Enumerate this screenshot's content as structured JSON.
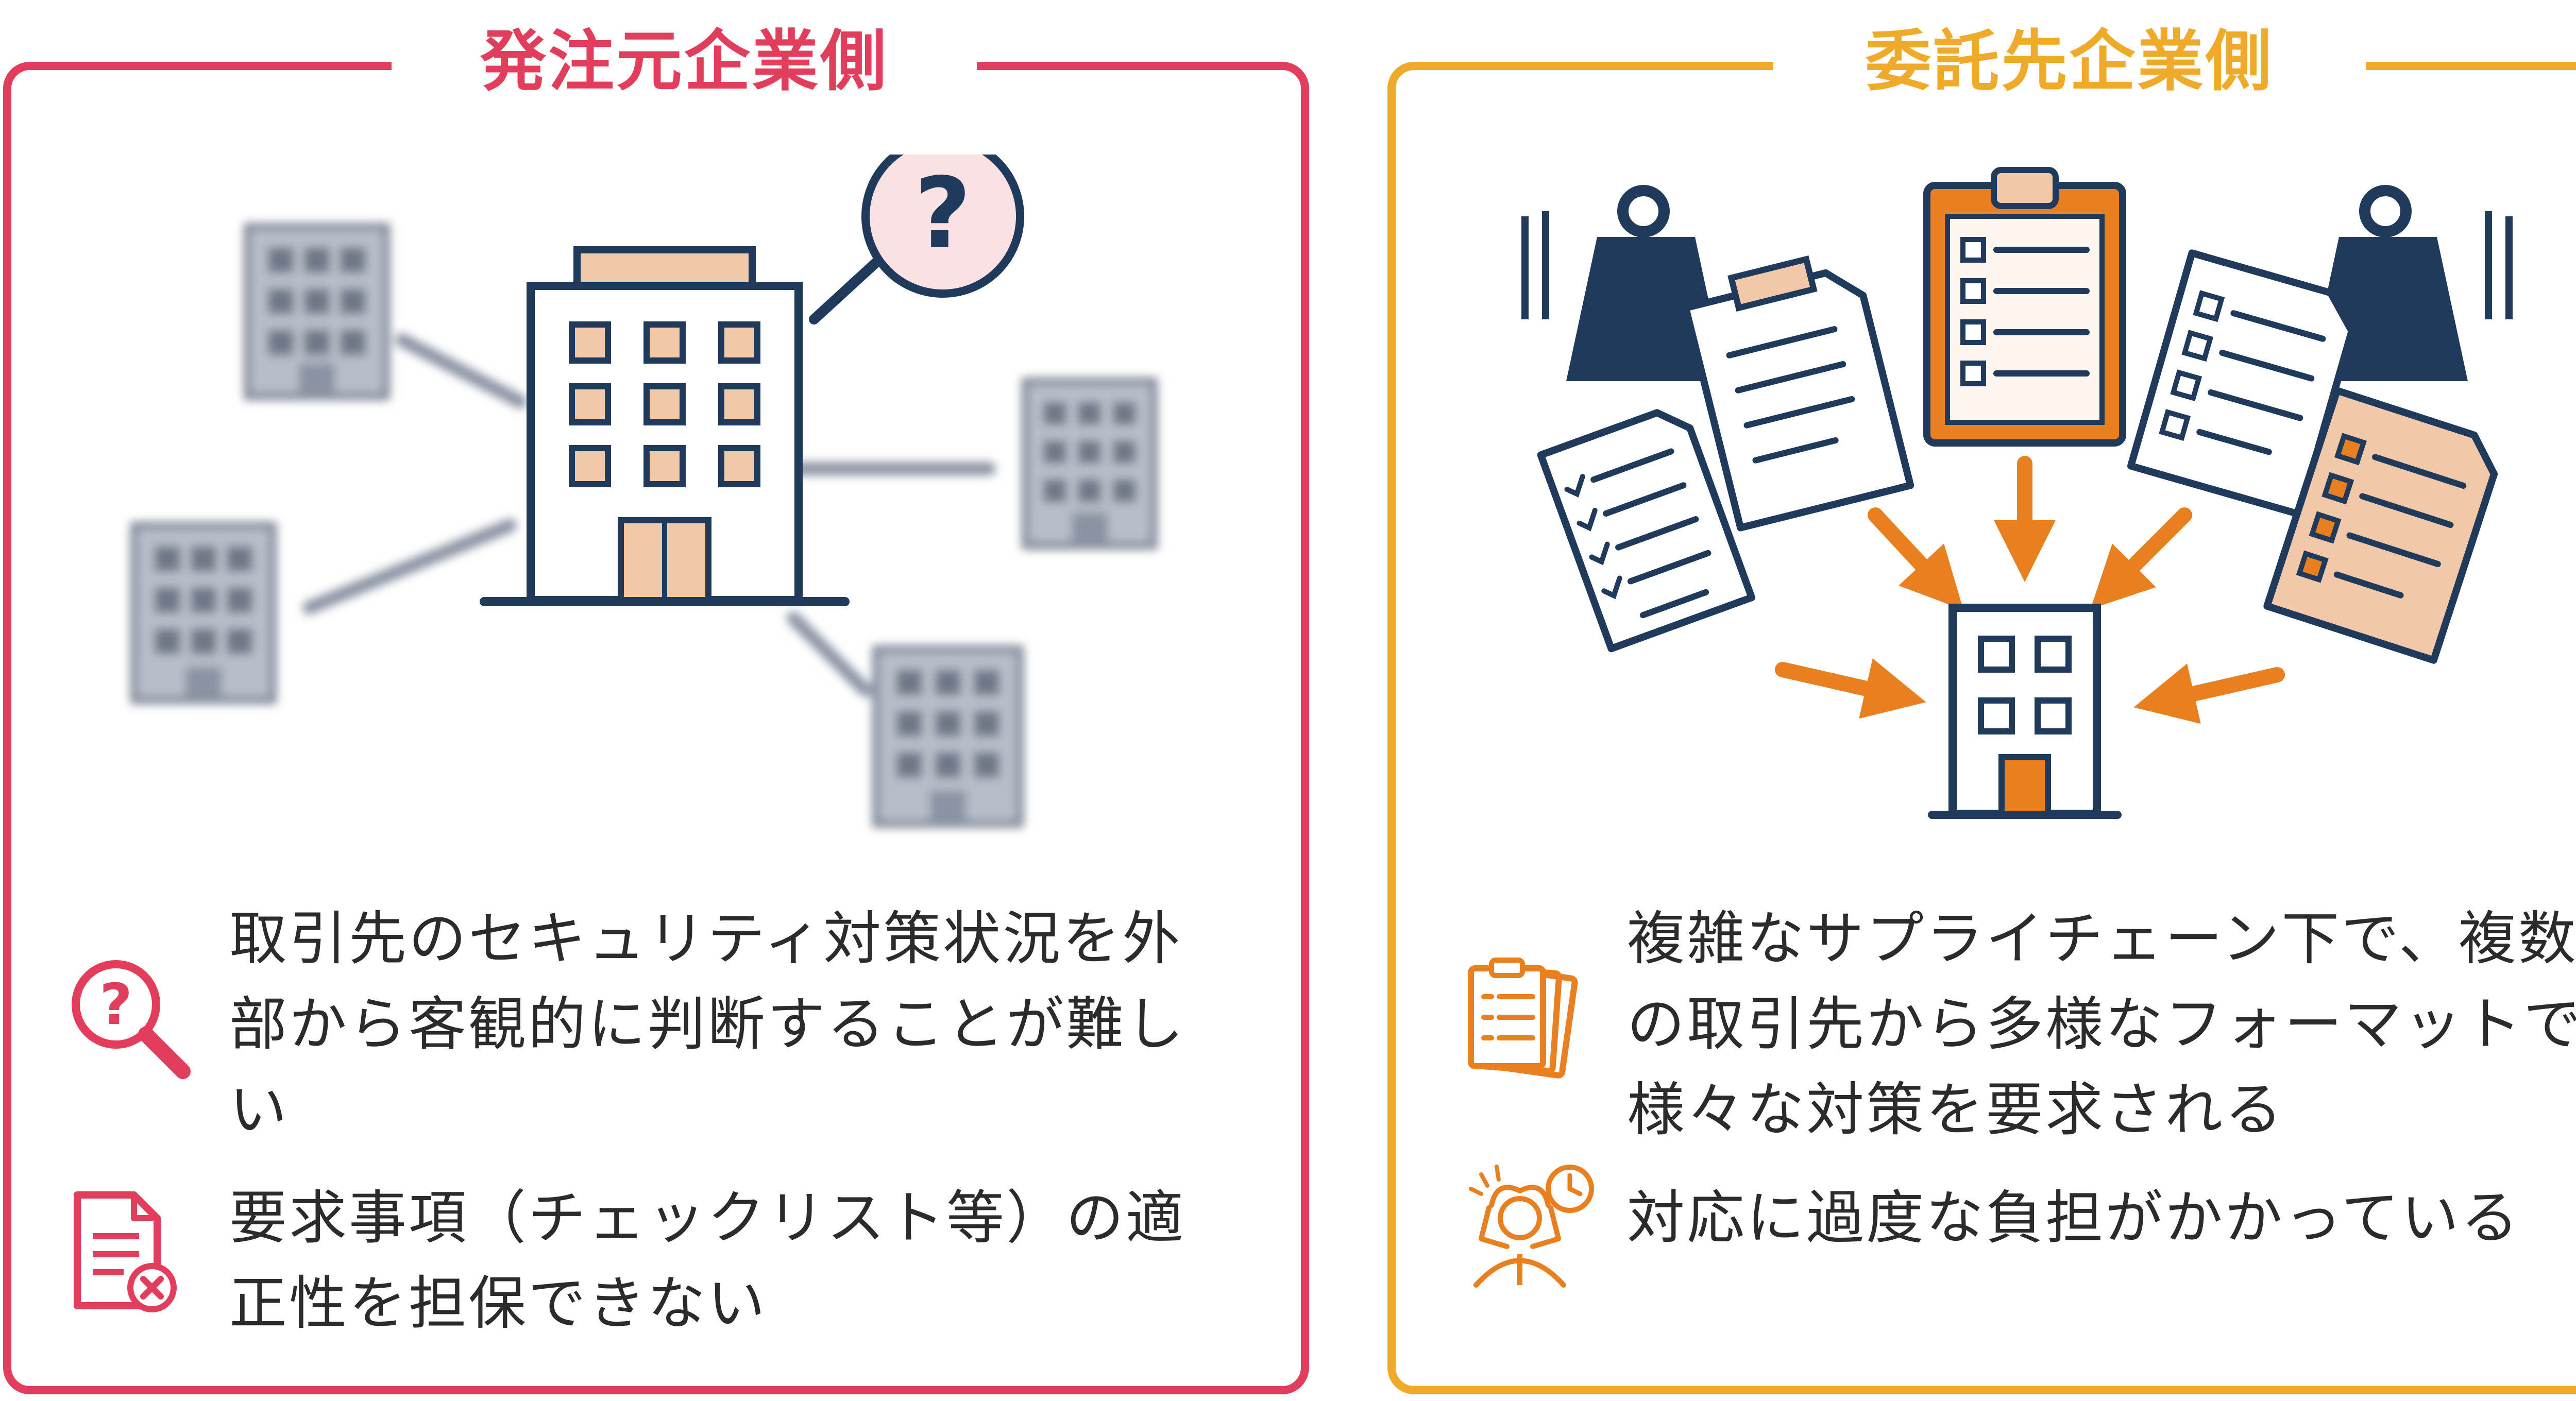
{
  "left_panel": {
    "title": "発注元企業側",
    "color": "#e23d5b",
    "items": [
      {
        "icon": "magnifier-question-icon",
        "text": "取引先のセキュリティ対策状況を外部から客観的に判断することが難しい"
      },
      {
        "icon": "document-x-icon",
        "text": "要求事項（チェックリスト等）の適正性を担保できない"
      }
    ]
  },
  "right_panel": {
    "title": "委託先企業側",
    "color": "#efaa2a",
    "items": [
      {
        "icon": "clipboard-stack-icon",
        "text": "複雑なサプライチェーン下で、複数の取引先から多様なフォーマットで様々な対策を要求される"
      },
      {
        "icon": "stressed-person-clock-icon",
        "text": "対応に過度な負担がかかっている"
      }
    ]
  },
  "colors": {
    "navy": "#1f3a5a",
    "orange": "#e8801f",
    "peach": "#f2c8a8",
    "blurred_gray": "#8a93a3"
  }
}
